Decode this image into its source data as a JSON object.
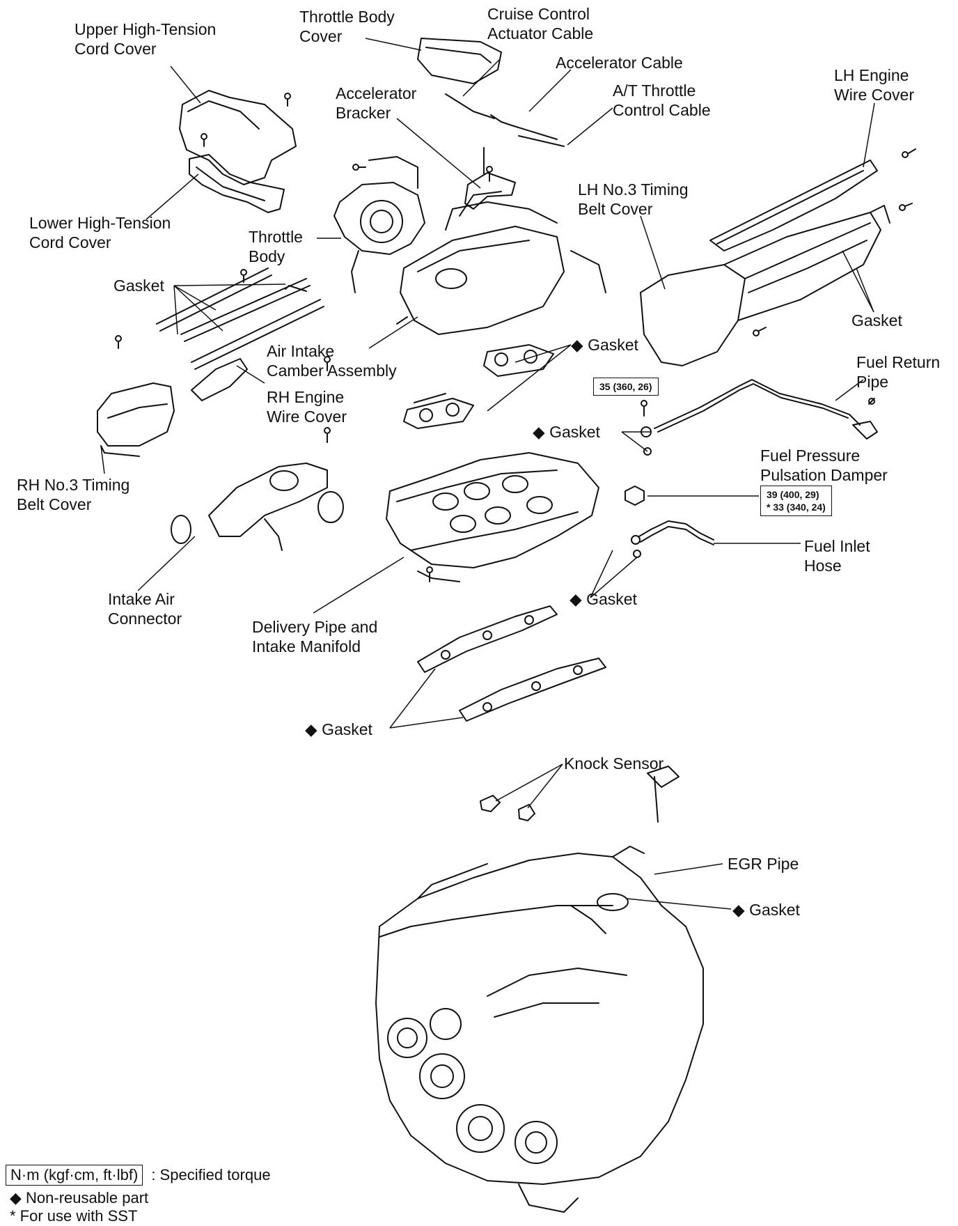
{
  "labels": {
    "upper_ht_cover": [
      "Upper High-Tension",
      "Cord Cover"
    ],
    "throttle_body_cover": [
      "Throttle Body",
      "Cover"
    ],
    "cruise_cable": [
      "Cruise Control",
      "Actuator Cable"
    ],
    "accel_cable": [
      "Accelerator Cable"
    ],
    "accel_bracker": [
      "Accelerator",
      "Bracker"
    ],
    "at_cable": [
      "A/T Throttle",
      "Control Cable"
    ],
    "lh_wire_cover": [
      "LH Engine",
      "Wire Cover"
    ],
    "lh_timing_cover": [
      "LH No.3 Timing",
      "Belt Cover"
    ],
    "lower_ht_cover": [
      "Lower High-Tension",
      "Cord Cover"
    ],
    "throttle_body": [
      "Throttle",
      "Body"
    ],
    "gasket_top_left": [
      "Gasket"
    ],
    "gasket_right": [
      "Gasket"
    ],
    "air_intake_chamber": [
      "Air Intake",
      "Camber Assembly"
    ],
    "gasket_diamond_1": [
      "◆ Gasket"
    ],
    "rh_wire_cover": [
      "RH Engine",
      "Wire Cover"
    ],
    "fuel_return_pipe": [
      "Fuel Return",
      "Pipe"
    ],
    "gasket_diamond_2": [
      "◆ Gasket"
    ],
    "rh_timing_cover": [
      "RH No.3 Timing",
      "Belt Cover"
    ],
    "fuel_damper": [
      "Fuel Pressure",
      "Pulsation Damper"
    ],
    "fuel_inlet_hose": [
      "Fuel Inlet",
      "Hose"
    ],
    "intake_air_connector": [
      "Intake Air",
      "Connector"
    ],
    "gasket_diamond_3": [
      "◆ Gasket"
    ],
    "delivery_pipe": [
      "Delivery Pipe and",
      "Intake Manifold"
    ],
    "gasket_diamond_4": [
      "◆ Gasket"
    ],
    "knock_sensor": [
      "Knock Sensor"
    ],
    "egr_pipe": [
      "EGR Pipe"
    ],
    "gasket_diamond_5": [
      "◆ Gasket"
    ]
  },
  "torque_specs": {
    "fuel_return": [
      "35 (360, 26)"
    ],
    "fuel_damper": [
      "39 (400, 29)",
      "* 33 (340, 24)"
    ]
  },
  "legend": {
    "torque_unit": "N·m (kgf·cm, ft·lbf)",
    "torque_desc": ":  Specified torque",
    "non_reusable": "◆ Non-reusable part",
    "sst": "* For use with SST"
  },
  "colors": {
    "line": "#111111",
    "background": "#ffffff"
  }
}
